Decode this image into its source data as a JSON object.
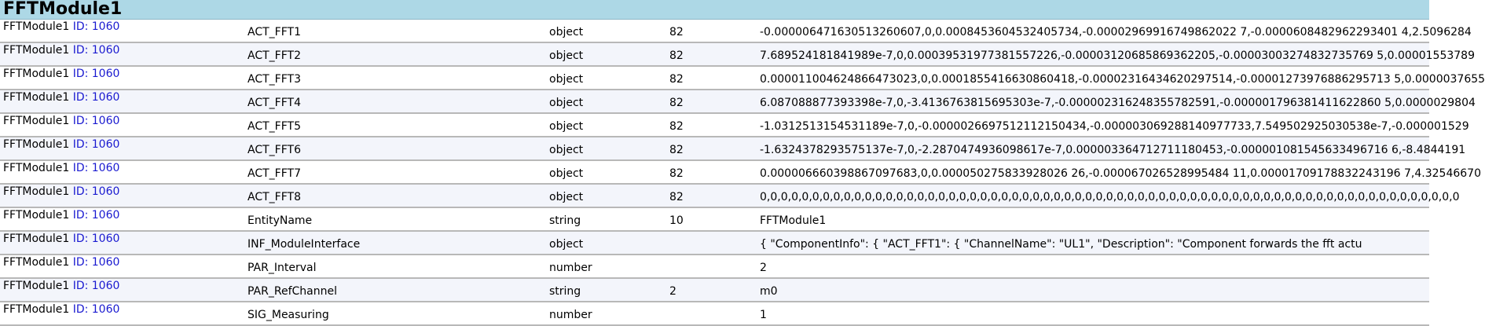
{
  "module": {
    "title": "FFTModule1"
  },
  "rows": [
    {
      "entity": "FFTModule1",
      "id": "ID: 1060",
      "name": "ACT_FFT1",
      "type": "object",
      "size": "82",
      "value": "-0.000006471630513260607,0,0.0008453604532405734,-0.00002969916749862022 7,-0.0000608482962293401 4,2.5096284"
    },
    {
      "entity": "FFTModule1",
      "id": "ID: 1060",
      "name": "ACT_FFT2",
      "type": "object",
      "size": "82",
      "value": "7.689524181841989e-7,0,0.00039531977381557226,-0.00003120685869362205,-0.00003003274832735769 5,0.00001553789"
    },
    {
      "entity": "FFTModule1",
      "id": "ID: 1060",
      "name": "ACT_FFT3",
      "type": "object",
      "size": "82",
      "value": "0.000011004624866473023,0,0.0001855416630860418,-0.00002316434620297514,-0.00001273976886295713 5,0.0000037655"
    },
    {
      "entity": "FFTModule1",
      "id": "ID: 1060",
      "name": "ACT_FFT4",
      "type": "object",
      "size": "82",
      "value": "6.087088877393398e-7,0,-3.4136763815695303e-7,-0.000002316248355782591,-0.000001796381411622860 5,0.0000029804"
    },
    {
      "entity": "FFTModule1",
      "id": "ID: 1060",
      "name": "ACT_FFT5",
      "type": "object",
      "size": "82",
      "value": "-1.0312513154531189e-7,0,-0.0000026697512112150434,-0.000003069288140977733,7.549502925030538e-7,-0.000001529"
    },
    {
      "entity": "FFTModule1",
      "id": "ID: 1060",
      "name": "ACT_FFT6",
      "type": "object",
      "size": "82",
      "value": "-1.6324378293575137e-7,0,-2.2870474936098617e-7,0.000003364712711180453,-0.000001081545633496716 6,-8.4844191"
    },
    {
      "entity": "FFTModule1",
      "id": "ID: 1060",
      "name": "ACT_FFT7",
      "type": "object",
      "size": "82",
      "value": "0.000006660398867097683,0,0.000050275833928026 26,-0.000067026528995484 11,0.00001709178832243196 7,4.32546670"
    },
    {
      "entity": "FFTModule1",
      "id": "ID: 1060",
      "name": "ACT_FFT8",
      "type": "object",
      "size": "82",
      "value": "0,0,0,0,0,0,0,0,0,0,0,0,0,0,0,0,0,0,0,0,0,0,0,0,0,0,0,0,0,0,0,0,0,0,0,0,0,0,0,0,0,0,0,0,0,0,0,0,0,0,0,0,0,0,0,0,0,0,0,0,0,0,0,0,0,0,0"
    },
    {
      "entity": "FFTModule1",
      "id": "ID: 1060",
      "name": "EntityName",
      "type": "string",
      "size": "10",
      "value": "FFTModule1"
    },
    {
      "entity": "FFTModule1",
      "id": "ID: 1060",
      "name": "INF_ModuleInterface",
      "type": "object",
      "size": "",
      "value": "{    \"ComponentInfo\": {        \"ACT_FFT1\": {            \"ChannelName\": \"UL1\",            \"Description\": \"Component forwards the fft actu"
    },
    {
      "entity": "FFTModule1",
      "id": "ID: 1060",
      "name": "PAR_Interval",
      "type": "number",
      "size": "",
      "value": "2"
    },
    {
      "entity": "FFTModule1",
      "id": "ID: 1060",
      "name": "PAR_RefChannel",
      "type": "string",
      "size": "2",
      "value": "m0"
    },
    {
      "entity": "FFTModule1",
      "id": "ID: 1060",
      "name": "SIG_Measuring",
      "type": "number",
      "size": "",
      "value": "1"
    }
  ]
}
